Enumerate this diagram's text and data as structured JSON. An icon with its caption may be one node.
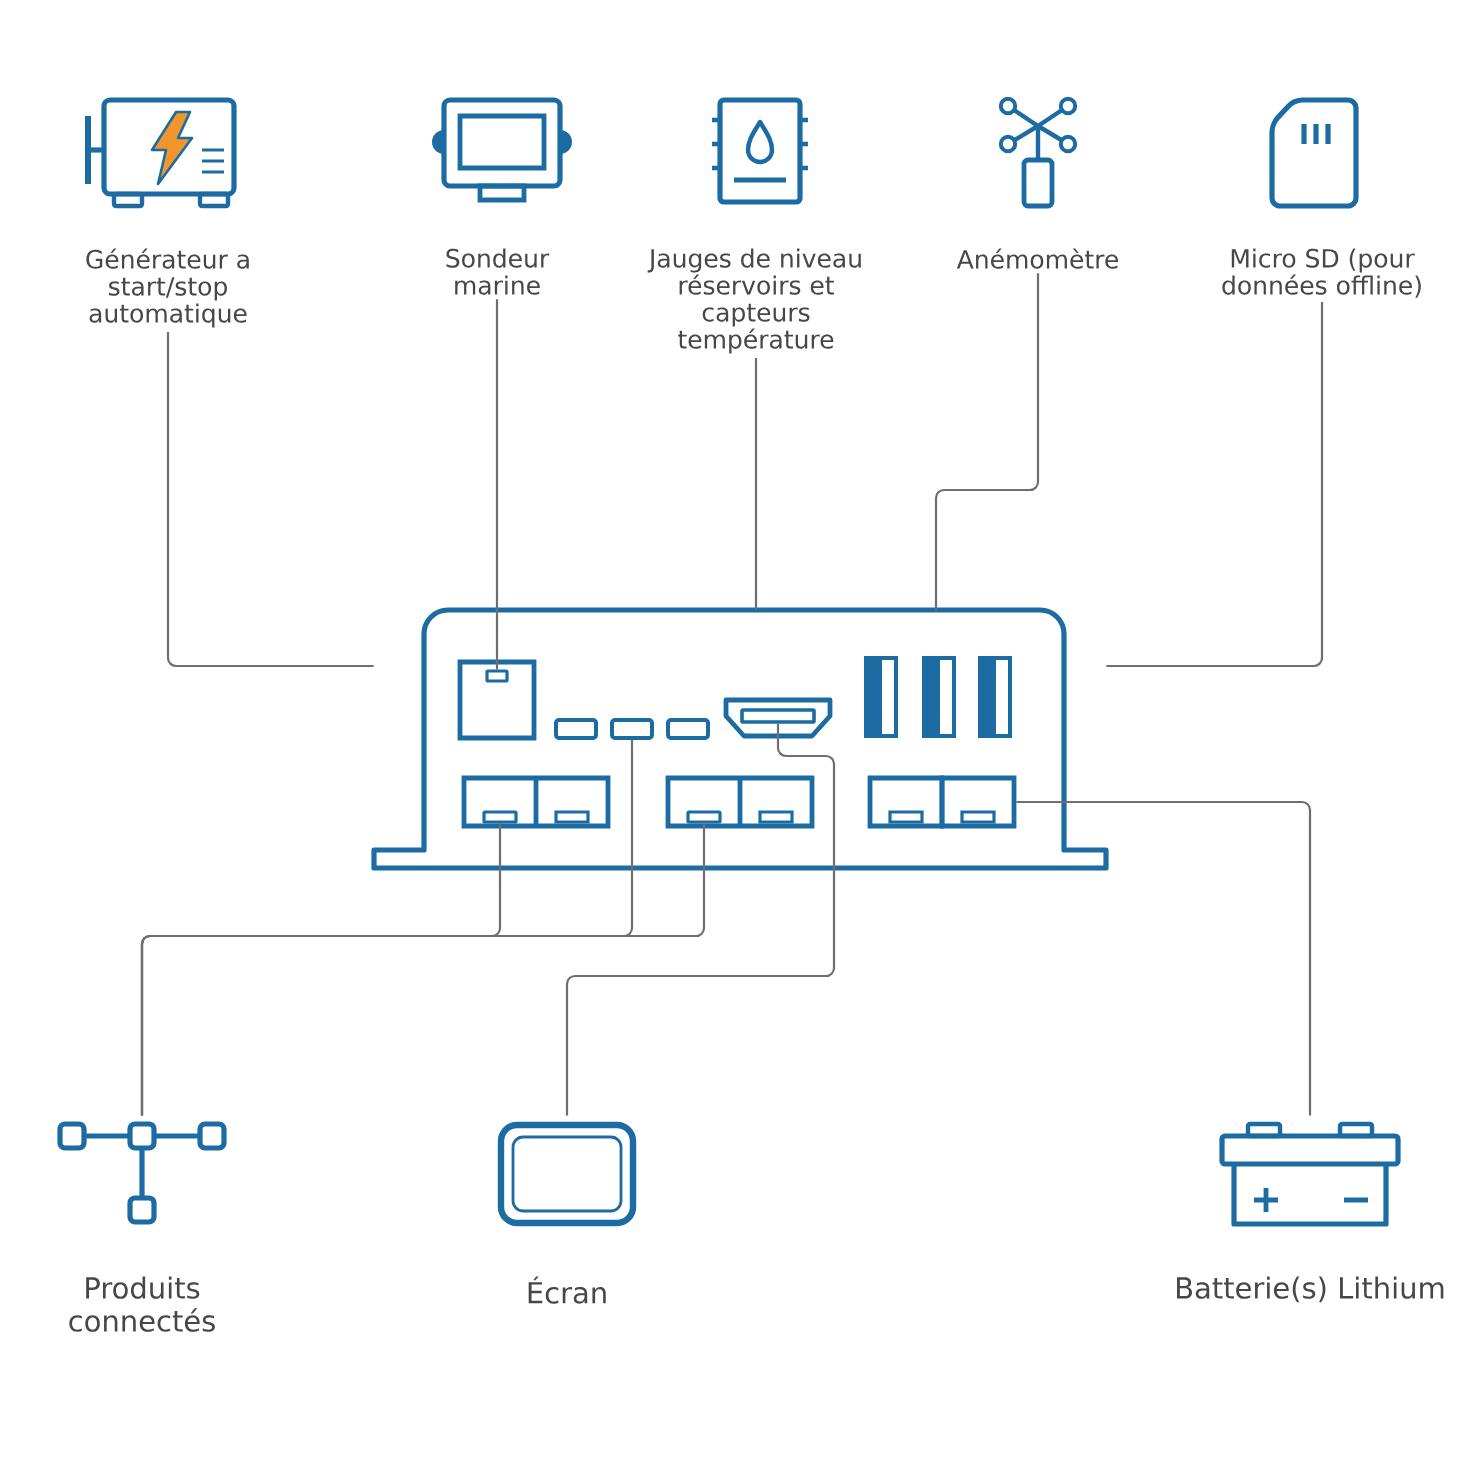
{
  "diagram": {
    "nodes": [
      {
        "text": [
          "Générateur a start/stop automatique"
        ]
      },
      {
        "text": [
          "Sondeur marine"
        ]
      },
      {
        "text": [
          "Jauges de niveau réservoirs et capteurs température"
        ]
      },
      {
        "text": [
          "Anémomètre"
        ]
      },
      {
        "text": [
          "Micro SD (pour données offline)"
        ]
      },
      {
        "text": [],
        "shape": "picture"
      },
      {
        "text": [],
        "shape": "box",
        "in": 5
      },
      {
        "text": [],
        "shape": "box",
        "in": 5
      },
      {
        "text": [],
        "shape": "box",
        "in": 5
      },
      {
        "text": [],
        "shape": "box",
        "in": 5
      },
      {
        "text": [],
        "shape": "box",
        "in": 5
      },
      {
        "text": [],
        "shape": "box",
        "in": 5
      },
      {
        "text": [],
        "shape": "picture",
        "beside": [
          "Produits connectés"
        ]
      },
      {
        "text": [],
        "shape": "picture",
        "beside": [
          "Écran"
        ]
      },
      {
        "text": [],
        "shape": "picture",
        "beside": [
          "Batterie(s) Lithium"
        ]
      }
    ],
    "edges": [
      {
        "from": 0,
        "to": 5,
        "arrow": "none"
      },
      {
        "from": 1,
        "to": 6,
        "arrow": "none"
      },
      {
        "from": 2,
        "to": 5,
        "arrow": "none"
      },
      {
        "from": 3,
        "to": 5,
        "arrow": "none"
      },
      {
        "from": 4,
        "to": 5,
        "arrow": "none"
      },
      {
        "from": 7,
        "to": 12,
        "arrow": "none"
      },
      {
        "from": 8,
        "to": 12,
        "arrow": "none"
      },
      {
        "from": 9,
        "to": 12,
        "arrow": "none"
      },
      {
        "from": 10,
        "to": 13,
        "arrow": "none"
      },
      {
        "from": 11,
        "to": 14,
        "arrow": "none"
      }
    ]
  }
}
